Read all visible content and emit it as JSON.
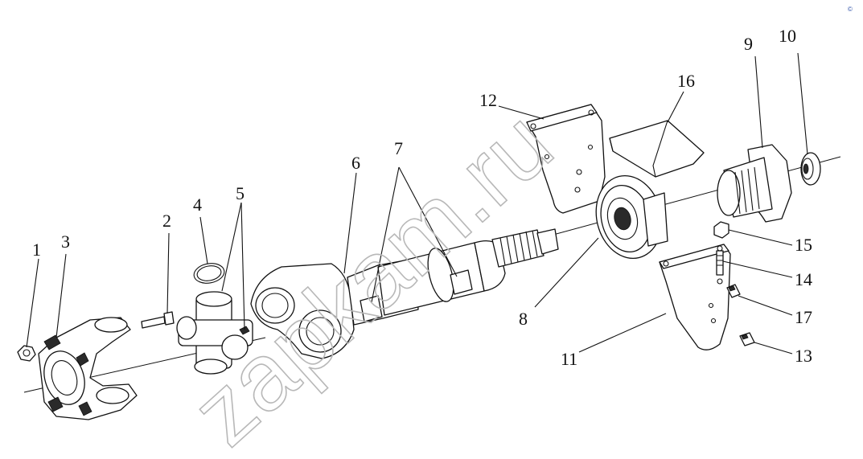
{
  "watermark": "zapkam.ru",
  "corner_mark": "©",
  "callouts": [
    {
      "id": "1",
      "text": "1"
    },
    {
      "id": "2",
      "text": "2"
    },
    {
      "id": "3",
      "text": "3"
    },
    {
      "id": "4",
      "text": "4"
    },
    {
      "id": "5",
      "text": "5"
    },
    {
      "id": "6",
      "text": "6"
    },
    {
      "id": "7",
      "text": "7"
    },
    {
      "id": "8",
      "text": "8"
    },
    {
      "id": "9",
      "text": "9"
    },
    {
      "id": "10",
      "text": "10"
    },
    {
      "id": "11",
      "text": "11"
    },
    {
      "id": "12",
      "text": "12"
    },
    {
      "id": "13",
      "text": "13"
    },
    {
      "id": "14",
      "text": "14"
    },
    {
      "id": "15",
      "text": "15"
    },
    {
      "id": "16",
      "text": "16"
    },
    {
      "id": "17",
      "text": "17"
    }
  ]
}
